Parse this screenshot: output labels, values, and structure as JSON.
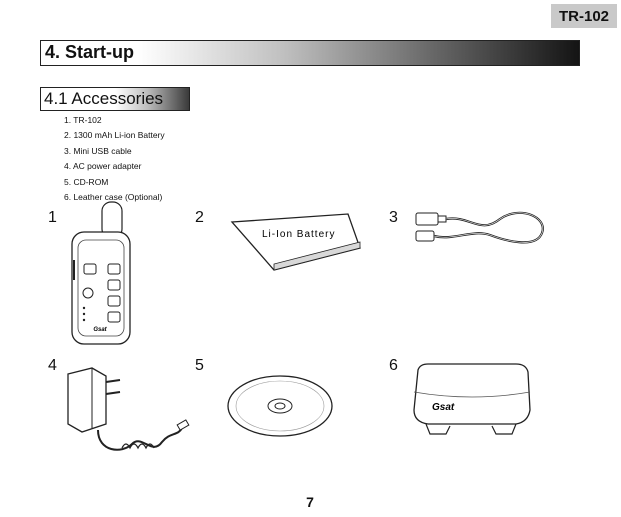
{
  "header": {
    "model": "TR-102"
  },
  "section": {
    "title": "4. Start-up"
  },
  "subsection": {
    "title": "4.1 Accessories"
  },
  "accessories": [
    "1. TR-102",
    "2. 1300 mAh Li-ion Battery",
    "3. Mini USB cable",
    "4. AC power adapter",
    "5. CD-ROM",
    "6. Leather case (Optional)"
  ],
  "figures": [
    {
      "number": "1",
      "icon": "handheld-device-icon"
    },
    {
      "number": "2",
      "icon": "battery-icon",
      "label": "Li-Ion Battery"
    },
    {
      "number": "3",
      "icon": "usb-cable-icon"
    },
    {
      "number": "4",
      "icon": "power-adapter-icon"
    },
    {
      "number": "5",
      "icon": "cd-rom-icon"
    },
    {
      "number": "6",
      "icon": "leather-case-icon",
      "label": "Gsat"
    }
  ],
  "device_brand": "Gsat",
  "page": {
    "number": "7"
  }
}
